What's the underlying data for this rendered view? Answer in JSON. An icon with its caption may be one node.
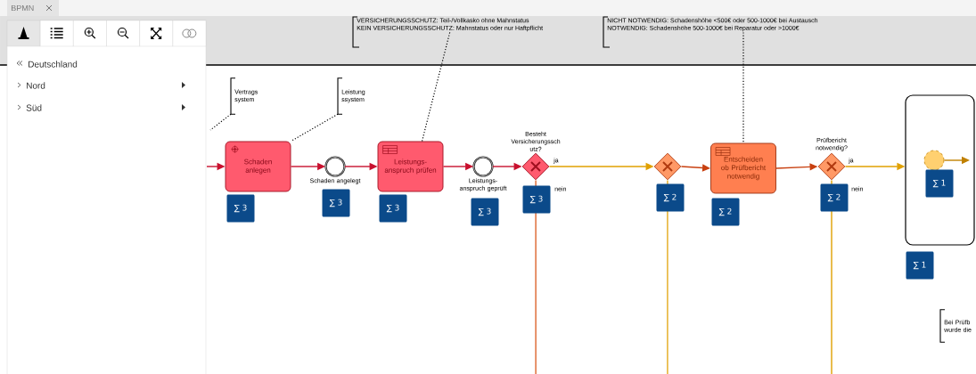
{
  "diagram": {
    "nodes": [
      {
        "text": [
          "VERSICHERUNGSSCHUTZ: Teil-/Vollkasko ohne Mahnstatus",
          "KEIN VERSICHERUNGSSCHUTZ: Mahnstatus oder nur Haftpflicht"
        ]
      },
      {
        "text": [
          "NICHT NOTWENDIG: Schadenshöhe <500€ oder 500-1000€ bei Austausch",
          "NOTWENDIG: Schadenshöhe 500-1000€ bei Reparatur oder >1000€"
        ]
      },
      {
        "text": [
          "Vertrags system"
        ]
      },
      {
        "text": [
          "Leistung ssystem"
        ]
      },
      {
        "text": [
          "Schaden anlegen"
        ],
        "beside": [
          "∑ 3"
        ]
      },
      {
        "text": [
          "Schaden angelegt"
        ],
        "beside": [
          "∑ 3"
        ]
      },
      {
        "text": [
          "Leistungs- anspruch prüfen"
        ],
        "beside": [
          "∑ 3"
        ]
      },
      {
        "text": [
          "Leistungs- anspruch geprüft"
        ],
        "beside": [
          "∑ 3"
        ]
      },
      {
        "text": [
          "Besteht Versicherungssch utz?"
        ],
        "beside": [
          "∑ 3"
        ]
      },
      {
        "text": [],
        "shape": "diamond",
        "beside": [
          "∑ 2"
        ]
      },
      {
        "text": [
          "Entscheiden ob Prüfbericht notwendig"
        ],
        "beside": [
          "∑ 2"
        ]
      },
      {
        "text": [
          "Prüfbericht notwendig?"
        ],
        "beside": [
          "∑ 2"
        ]
      },
      {
        "text": [],
        "shape": "box",
        "beside": [
          "∑ 1"
        ]
      },
      {
        "text": [],
        "shape": "circle",
        "in": 12,
        "beside": [
          "∑ 1"
        ]
      },
      {
        "text": [
          "Bei Prüfb wurde die"
        ]
      }
    ],
    "edges": [
      {
        "from": null,
        "to": 4,
        "arrow": "to",
        "color": "#c8102e"
      },
      {
        "from": 4,
        "to": 5,
        "arrow": "to",
        "color": "#c8102e"
      },
      {
        "from": 5,
        "to": 6,
        "arrow": "to",
        "color": "#c8102e"
      },
      {
        "from": 6,
        "to": 7,
        "arrow": "to",
        "color": "#c8102e"
      },
      {
        "from": 7,
        "to": 8,
        "arrow": "to",
        "color": "#c8102e"
      },
      {
        "from": 8,
        "to": 9,
        "arrow": "to",
        "label": "ja",
        "color": "#e0a000"
      },
      {
        "from": 8,
        "to": null,
        "arrow": "none",
        "label": "nein",
        "color": "#d85010"
      },
      {
        "from": null,
        "to": 9,
        "arrow": "none",
        "color": "#e0a000"
      },
      {
        "from": 9,
        "to": 10,
        "arrow": "to",
        "color": "#c84010"
      },
      {
        "from": 10,
        "to": 11,
        "arrow": "to",
        "color": "#c84010"
      },
      {
        "from": 11,
        "to": 12,
        "arrow": "to",
        "label": "ja",
        "color": "#e0a000"
      },
      {
        "from": 11,
        "to": null,
        "arrow": "none",
        "label": "nein",
        "color": "#e0a000"
      },
      {
        "from": 13,
        "to": null,
        "arrow": "to",
        "color": "#c08000"
      },
      {
        "from": 2,
        "to": null,
        "arrow": "none",
        "style": "dashed",
        "color": "#000000"
      },
      {
        "from": 3,
        "to": 4,
        "arrow": "none",
        "style": "dashed",
        "color": "#000000"
      },
      {
        "from": 0,
        "to": 6,
        "arrow": "none",
        "style": "dashed",
        "color": "#000000"
      },
      {
        "from": 1,
        "to": 10,
        "arrow": "none",
        "style": "dashed",
        "color": "#000000"
      }
    ],
    "labels": [
      "BPMN",
      "Deutschland",
      "Nord",
      "Süd"
    ]
  }
}
